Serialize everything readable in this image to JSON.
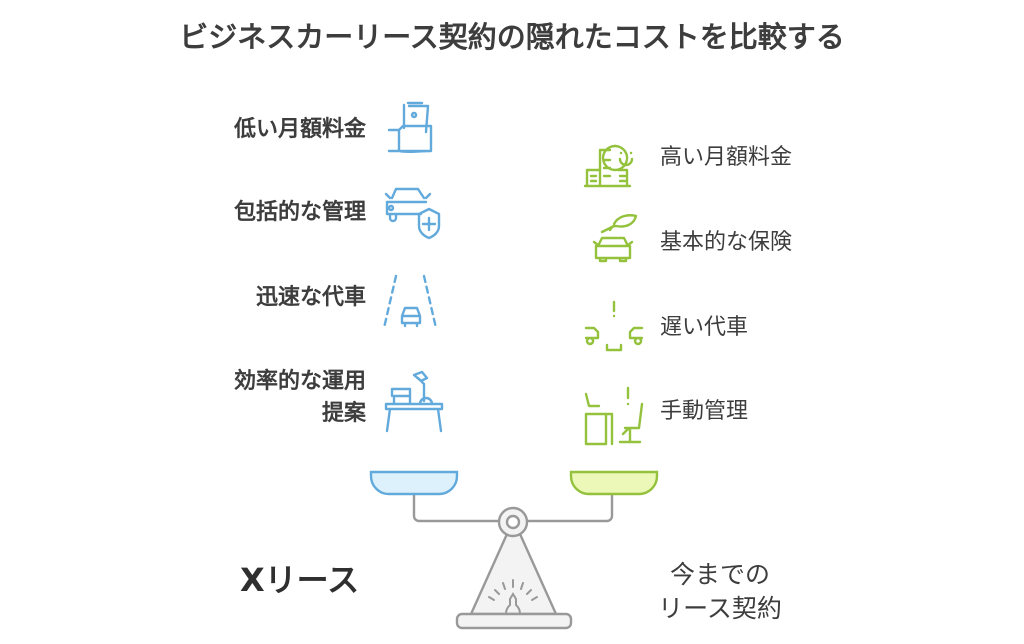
{
  "title": "ビジネスカーリース契約の隠れたコストを比較する",
  "left": {
    "name": "Xリース",
    "color": "#62a9dc",
    "items": [
      {
        "label": "低い月額料金",
        "icon": "hand-holding-phone-icon"
      },
      {
        "label": "包括的な管理",
        "icon": "car-shield-icon"
      },
      {
        "label": "迅速な代車",
        "icon": "car-on-road-icon"
      },
      {
        "label_line1": "効率的な運用",
        "label_line2": "提案",
        "icon": "desk-lamp-books-icon"
      }
    ]
  },
  "right": {
    "name_line1": "今までの",
    "name_line2": "リース契約",
    "color": "#94c23c",
    "items": [
      {
        "label": "高い月額料金",
        "icon": "building-smiley-icon"
      },
      {
        "label": "基本的な保険",
        "icon": "car-leaf-icon"
      },
      {
        "label": "遅い代車",
        "icon": "cars-alert-icon"
      },
      {
        "label": "手動管理",
        "icon": "desk-chair-alert-icon"
      }
    ]
  }
}
